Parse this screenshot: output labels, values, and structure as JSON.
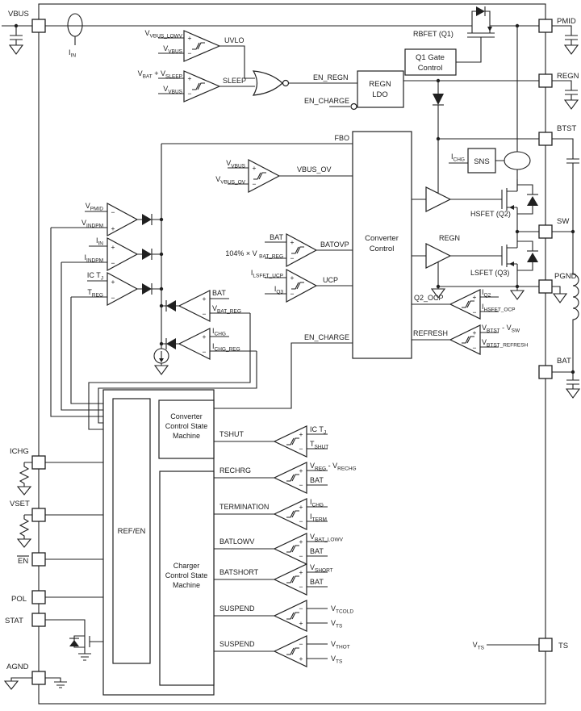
{
  "pins": {
    "vbus": "VBUS",
    "pmid": "PMID",
    "regn": "REGN",
    "btst": "BTST",
    "sw": "SW",
    "pgnd": "PGND",
    "bat": "BAT",
    "ts": "TS",
    "ichg": "ICHG",
    "vset": "VSET",
    "en": "EN",
    "pol": "POL",
    "stat": "STAT",
    "agnd": "AGND"
  },
  "blocks": {
    "q1_gate": [
      "Q1 Gate",
      "Control"
    ],
    "regn_ldo": [
      "REGN",
      "LDO"
    ],
    "converter_control": [
      "Converter",
      "Control"
    ],
    "sns": "SNS",
    "ref_en": "REF/EN",
    "conv_csm": [
      "Converter",
      "Control State",
      "Machine"
    ],
    "chg_csm": [
      "Charger",
      "Control State",
      "Machine"
    ]
  },
  "signals": {
    "uvlo": "UVLO",
    "sleep": "SLEEP",
    "en_regn": "EN_REGN",
    "en_charge": "EN_CHARGE",
    "fbo": "FBO",
    "vbus_ov": "VBUS_OV",
    "batovp": "BATOVP",
    "ucp": "UCP",
    "q2_ocp": "Q2_OCP",
    "refresh": "REFRESH",
    "tshut": "TSHUT",
    "rechrg": "RECHRG",
    "termination": "TERMINATION",
    "batlowv": "BATLOWV",
    "batshort": "BATSHORT",
    "suspend": "SUSPEND",
    "rbfet": "RBFET (Q1)",
    "hsfet": "HSFET (Q2)",
    "lsfet": "LSFET (Q3)",
    "regn_drv": "REGN",
    "bat": "BAT"
  },
  "rich": {
    "v_vbus_lowv": [
      {
        "t": "V"
      },
      {
        "t": "VBUS_LOWV",
        "sub": true
      }
    ],
    "v_vbus": [
      {
        "t": "V"
      },
      {
        "t": "VBUS",
        "sub": true
      }
    ],
    "v_bat_sleep": [
      {
        "t": "V"
      },
      {
        "t": "BAT",
        "sub": true
      },
      {
        "t": " + V"
      },
      {
        "t": "SLEEP",
        "sub": true
      }
    ],
    "i_in": [
      {
        "t": "I"
      },
      {
        "t": "IN",
        "sub": true
      }
    ],
    "v_vbus_ov": [
      {
        "t": "V"
      },
      {
        "t": "VBUS_OV",
        "sub": true
      }
    ],
    "pct_vbat_reg": [
      {
        "t": "104% × V "
      },
      {
        "t": "BAT_REG",
        "sub": true
      }
    ],
    "i_lsfet_ucp": [
      {
        "t": "I"
      },
      {
        "t": "LSFET_UCP",
        "sub": true
      }
    ],
    "i_q3": [
      {
        "t": "I"
      },
      {
        "t": "Q3",
        "sub": true
      }
    ],
    "v_pmid": [
      {
        "t": "V"
      },
      {
        "t": "PMID",
        "sub": true
      }
    ],
    "v_indpm": [
      {
        "t": "V"
      },
      {
        "t": "INDPM",
        "sub": true
      }
    ],
    "i_indpm": [
      {
        "t": "I"
      },
      {
        "t": "INDPM",
        "sub": true
      }
    ],
    "ic_tj": [
      {
        "t": "IC T"
      },
      {
        "t": "J",
        "sub": true
      }
    ],
    "t_reg": [
      {
        "t": "T"
      },
      {
        "t": "REG",
        "sub": true
      }
    ],
    "v_bat_reg": [
      {
        "t": "V"
      },
      {
        "t": "BAT_REG",
        "sub": true
      }
    ],
    "i_chg": [
      {
        "t": "I"
      },
      {
        "t": "CHG",
        "sub": true
      }
    ],
    "i_chg_reg": [
      {
        "t": "I"
      },
      {
        "t": "CHG_REG",
        "sub": true
      }
    ],
    "i_q2": [
      {
        "t": "I"
      },
      {
        "t": "Q2",
        "sub": true
      }
    ],
    "i_hsfet_ocp": [
      {
        "t": "I"
      },
      {
        "t": "HSFET_OCP",
        "sub": true
      }
    ],
    "v_btst_sw": [
      {
        "t": "V"
      },
      {
        "t": "BTST",
        "sub": true
      },
      {
        "t": " - V"
      },
      {
        "t": "SW",
        "sub": true
      }
    ],
    "v_btst_refresh": [
      {
        "t": "V"
      },
      {
        "t": "BTST_REFRESH",
        "sub": true
      }
    ],
    "t_shut": [
      {
        "t": "T"
      },
      {
        "t": "SHUT",
        "sub": true
      }
    ],
    "v_reg_rechg": [
      {
        "t": "V"
      },
      {
        "t": "REG",
        "sub": true
      },
      {
        "t": " - V"
      },
      {
        "t": "RECHG",
        "sub": true
      }
    ],
    "i_term": [
      {
        "t": "I"
      },
      {
        "t": "TERM",
        "sub": true
      }
    ],
    "v_bat_lowv": [
      {
        "t": "V"
      },
      {
        "t": "BAT_LOWV",
        "sub": true
      }
    ],
    "v_short": [
      {
        "t": "V"
      },
      {
        "t": "SHORT",
        "sub": true
      }
    ],
    "v_tcold": [
      {
        "t": "V"
      },
      {
        "t": "TCOLD",
        "sub": true
      }
    ],
    "v_thot": [
      {
        "t": "V"
      },
      {
        "t": "THOT",
        "sub": true
      }
    ],
    "v_ts": [
      {
        "t": "V"
      },
      {
        "t": "TS",
        "sub": true
      }
    ]
  },
  "sym": {
    "plus": "+",
    "minus": "−"
  },
  "colors": {
    "line": "#202020",
    "bg": "#ffffff"
  }
}
